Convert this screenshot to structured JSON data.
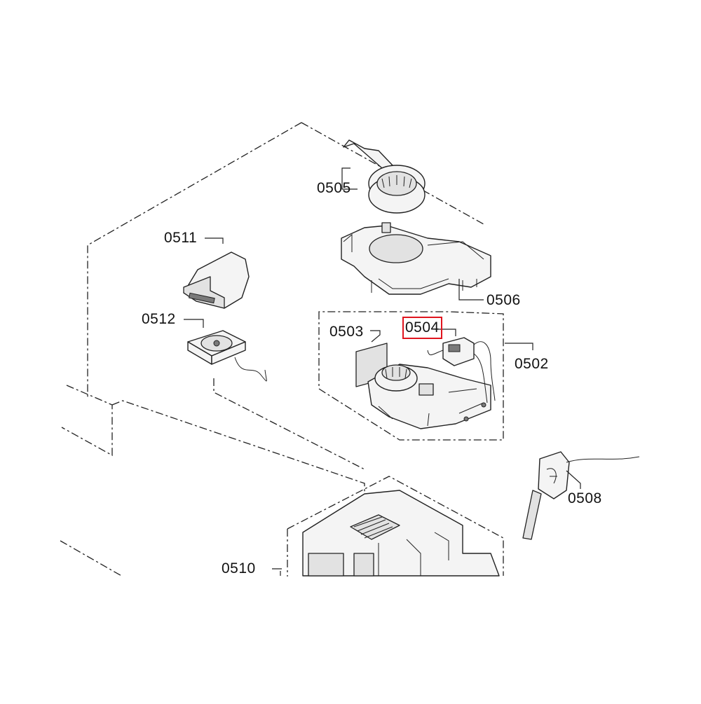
{
  "diagram": {
    "labels": [
      {
        "id": "0505",
        "text": "0505"
      },
      {
        "id": "0511",
        "text": "0511"
      },
      {
        "id": "0506",
        "text": "0506"
      },
      {
        "id": "0512",
        "text": "0512"
      },
      {
        "id": "0503",
        "text": "0503"
      },
      {
        "id": "0504",
        "text": "0504",
        "highlighted": true
      },
      {
        "id": "0502",
        "text": "0502"
      },
      {
        "id": "0508",
        "text": "0508"
      },
      {
        "id": "0510",
        "text": "0510"
      }
    ],
    "highlight_color": "#e0141e",
    "line_color": "#222222"
  }
}
